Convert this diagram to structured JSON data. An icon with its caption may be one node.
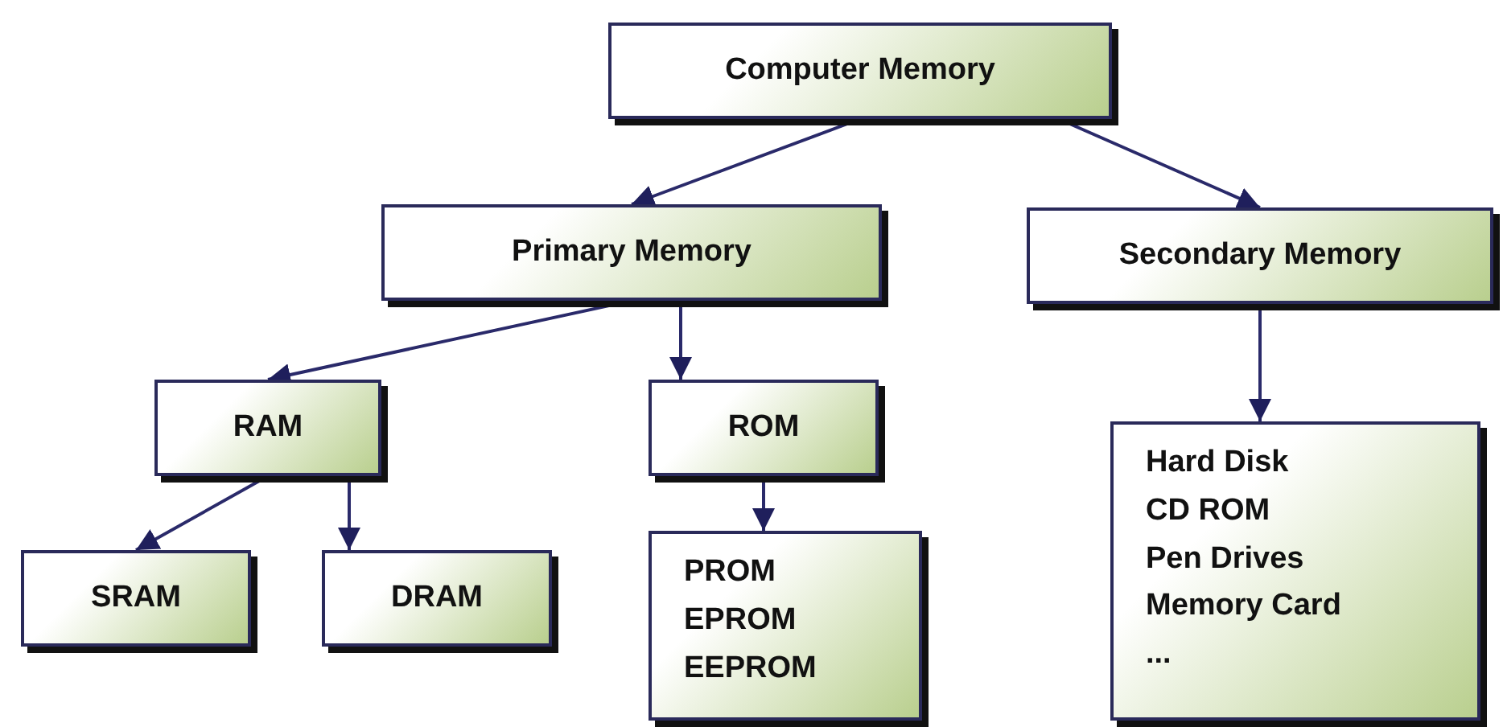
{
  "diagram": {
    "nodes": [
      {
        "text": [
          "Computer Memory"
        ]
      },
      {
        "text": [
          "Primary Memory"
        ]
      },
      {
        "text": [
          "Secondary Memory"
        ]
      },
      {
        "text": [
          "RAM"
        ]
      },
      {
        "text": [
          "ROM"
        ]
      },
      {
        "text": [
          "SRAM"
        ]
      },
      {
        "text": [
          "DRAM"
        ]
      },
      {
        "text": [
          "PROM",
          "EPROM",
          "EEPROM"
        ]
      },
      {
        "text": [
          "Hard Disk",
          "CD ROM",
          "Pen Drives",
          "Memory Card",
          "..."
        ]
      }
    ],
    "edges": [
      {
        "from": 0,
        "to": 1,
        "arrow": "to"
      },
      {
        "from": 0,
        "to": 2,
        "arrow": "to"
      },
      {
        "from": 1,
        "to": 3,
        "arrow": "to"
      },
      {
        "from": 1,
        "to": 4,
        "arrow": "to"
      },
      {
        "from": 3,
        "to": 5,
        "arrow": "to"
      },
      {
        "from": 3,
        "to": 6,
        "arrow": "to"
      },
      {
        "from": 4,
        "to": 7,
        "arrow": "to"
      },
      {
        "from": 2,
        "to": 8,
        "arrow": "to"
      }
    ]
  }
}
